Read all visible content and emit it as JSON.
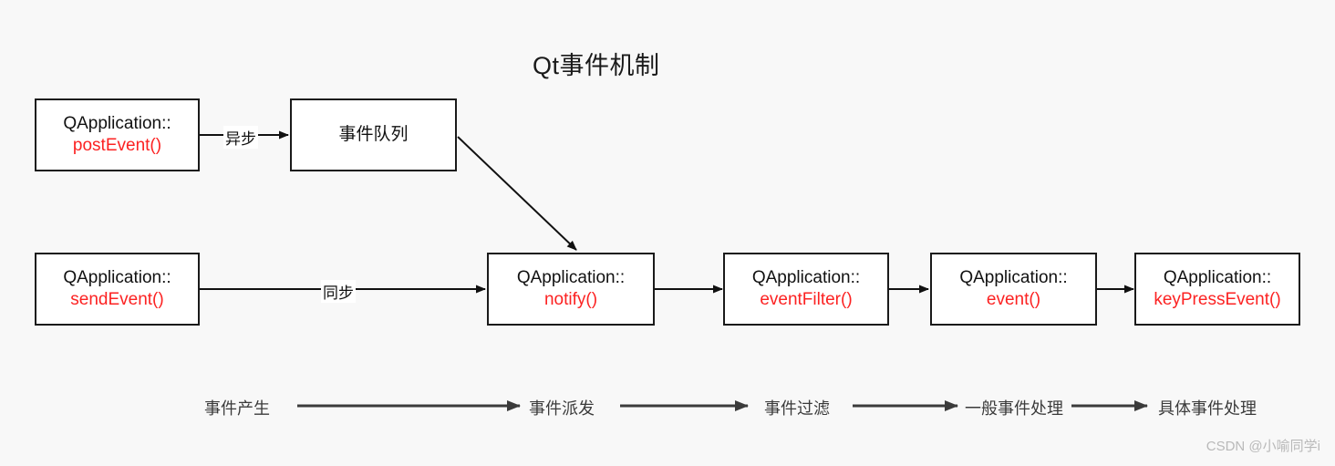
{
  "diagram": {
    "title": "Qt事件机制",
    "background_color": "#f8f8f8",
    "accent_color": "#fc2222",
    "line_color": "#1a1a1a",
    "legend_line_color": "#3b3b3b",
    "nodes": [
      {
        "id": "post-event",
        "namespace": "QApplication::",
        "method": "postEvent()",
        "row": 1
      },
      {
        "id": "event-queue",
        "label": "事件队列",
        "row": 1
      },
      {
        "id": "send-event",
        "namespace": "QApplication::",
        "method": "sendEvent()",
        "row": 2
      },
      {
        "id": "notify",
        "namespace": "QApplication::",
        "method": "notify()",
        "row": 2
      },
      {
        "id": "event-filter",
        "namespace": "QApplication::",
        "method": "eventFilter()",
        "row": 2
      },
      {
        "id": "event",
        "namespace": "QApplication::",
        "method": "event()",
        "row": 2
      },
      {
        "id": "key-press-event",
        "namespace": "QApplication::",
        "method": "keyPressEvent()",
        "row": 2
      }
    ],
    "edge_labels": [
      {
        "id": "async",
        "text": "异步"
      },
      {
        "id": "sync",
        "text": "同步"
      }
    ],
    "legend": {
      "stages": [
        "事件产生",
        "事件派发",
        "事件过滤",
        "一般事件处理",
        "具体事件处理"
      ]
    }
  },
  "watermark": "CSDN @小喻同学i"
}
